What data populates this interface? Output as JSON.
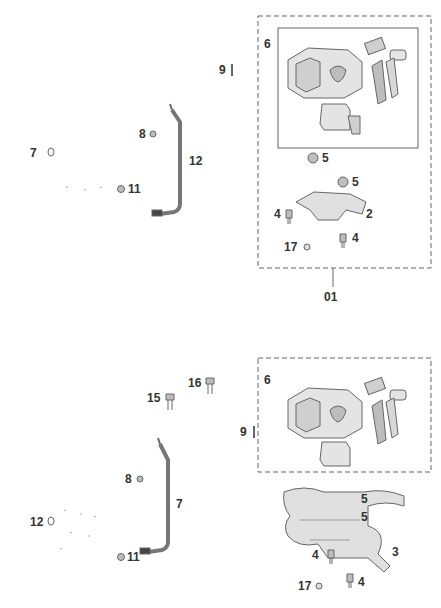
{
  "diagram": {
    "labels": [
      "6",
      "9",
      "8",
      "12",
      "7",
      "11",
      "5",
      "5",
      "4",
      "2",
      "17",
      "4",
      "01",
      "6",
      "15",
      "16",
      "9",
      "8",
      "7",
      "12",
      "5",
      "5",
      "11",
      "4",
      "3",
      "17",
      "4"
    ]
  }
}
